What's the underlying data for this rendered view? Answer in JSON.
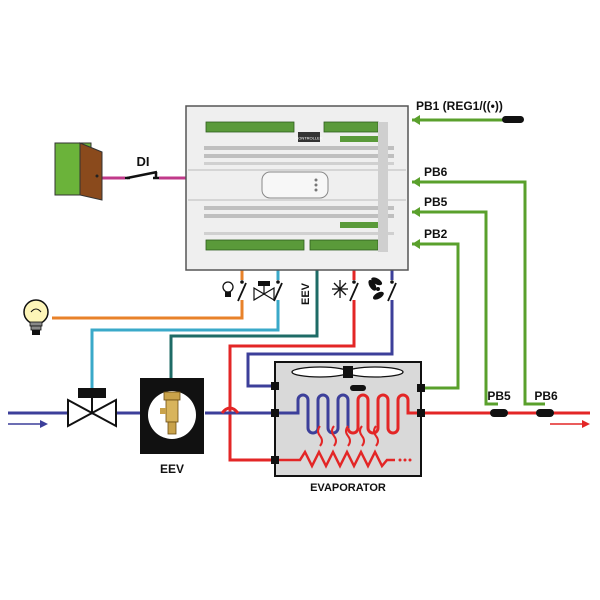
{
  "labels": {
    "di": "DI",
    "pb1": "PB1 (REG1/((•))",
    "pb6_top": "PB6",
    "pb5_top": "PB5",
    "pb2": "PB2",
    "eev_vertical": "EEV",
    "eev_bottom": "EEV",
    "evaporator": "EVAPORATOR",
    "pb5_bottom": "PB5",
    "pb6_bottom": "PB6",
    "controller_small": "CONTROLLER"
  },
  "colors": {
    "di_line": "#c0398a",
    "light_line": "#e8822a",
    "valve_line": "#3aa9c9",
    "eev_line": "#1e6b66",
    "probe_line": "#5aa02c",
    "hot_line": "#e32626",
    "cold_line": "#3c3f9a",
    "evaporator_fill": "#d9d9d9",
    "controller_fill": "#efefef",
    "terminal_green": "#5a9a3a",
    "door_green": "#6bb33a",
    "door_brown": "#8a4a1c"
  },
  "icons": [
    "door-icon",
    "light-bulb-icon",
    "solenoid-valve-icon",
    "defrost-icon",
    "fan-icon",
    "switch-icon",
    "expansion-valve-icon",
    "probe-icon"
  ]
}
